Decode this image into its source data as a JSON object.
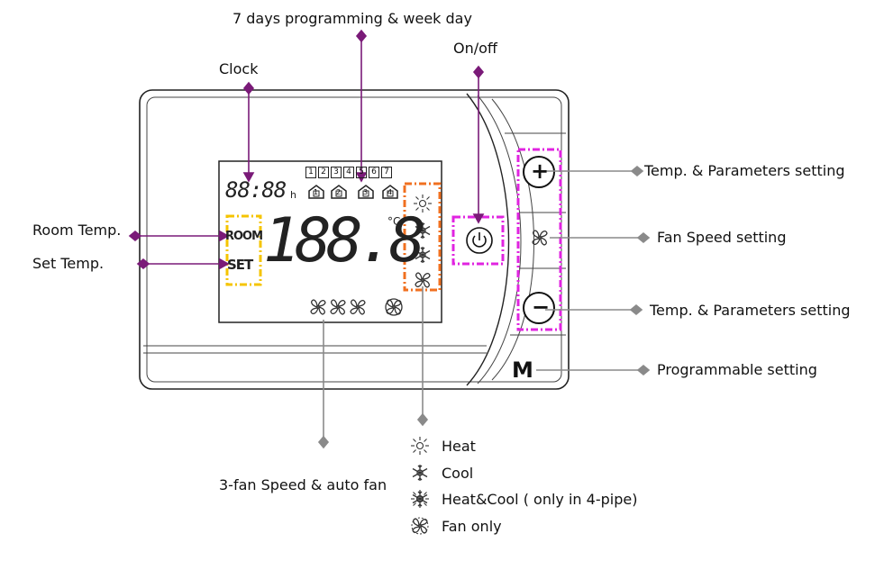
{
  "callouts": {
    "week_programming": "7 days programming & week day",
    "on_off": "On/off",
    "clock": "Clock",
    "temp_params_plus": "Temp. & Parameters setting",
    "fan_speed": "Fan Speed setting",
    "temp_params_minus": "Temp. & Parameters setting",
    "programmable": "Programmable setting",
    "room_temp": "Room Temp.",
    "set_temp": "Set Temp.",
    "fan_speed_auto": "3-fan Speed & auto fan"
  },
  "display": {
    "clock_digits": "88:88",
    "clock_unit": "h",
    "day_numbers": [
      "1",
      "2",
      "3",
      "4",
      "5",
      "6",
      "7"
    ],
    "room_label": "ROOM",
    "set_label": "SET",
    "temp_digits": "188.8",
    "temp_unit": "°C",
    "program_numbers": [
      "1",
      "2",
      "3",
      "4"
    ]
  },
  "buttons": {
    "plus": "+",
    "minus": "−",
    "mode": "M"
  },
  "modes_legend": [
    {
      "icon": "sun-icon",
      "label": "Heat"
    },
    {
      "icon": "snowflake-icon",
      "label": "Cool"
    },
    {
      "icon": "heat-cool-icon",
      "label": "Heat&Cool ( only in 4-pipe)"
    },
    {
      "icon": "fan-only-icon",
      "label": "Fan only"
    }
  ],
  "colors": {
    "pointer_purple": "#7a1a78",
    "pointer_gray": "#8a8a8a",
    "highlight_magenta": "#e024e0",
    "highlight_orange": "#f07020",
    "highlight_yellow": "#f5c400"
  }
}
